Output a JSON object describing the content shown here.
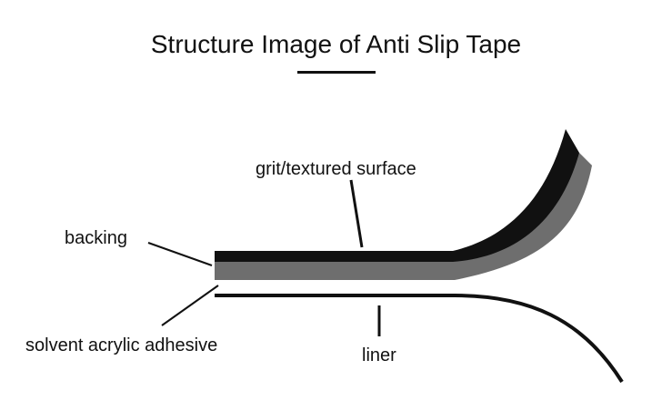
{
  "title": "Structure Image of Anti Slip Tape",
  "labels": {
    "grit": "grit/textured surface",
    "backing": "backing",
    "adhesive": "solvent acrylic adhesive",
    "liner": "liner"
  },
  "colors": {
    "text": "#111111",
    "grit_layer": "#111111",
    "backing_layer": "#6e6e6e",
    "liner_layer": "#111111",
    "background": "#ffffff"
  }
}
